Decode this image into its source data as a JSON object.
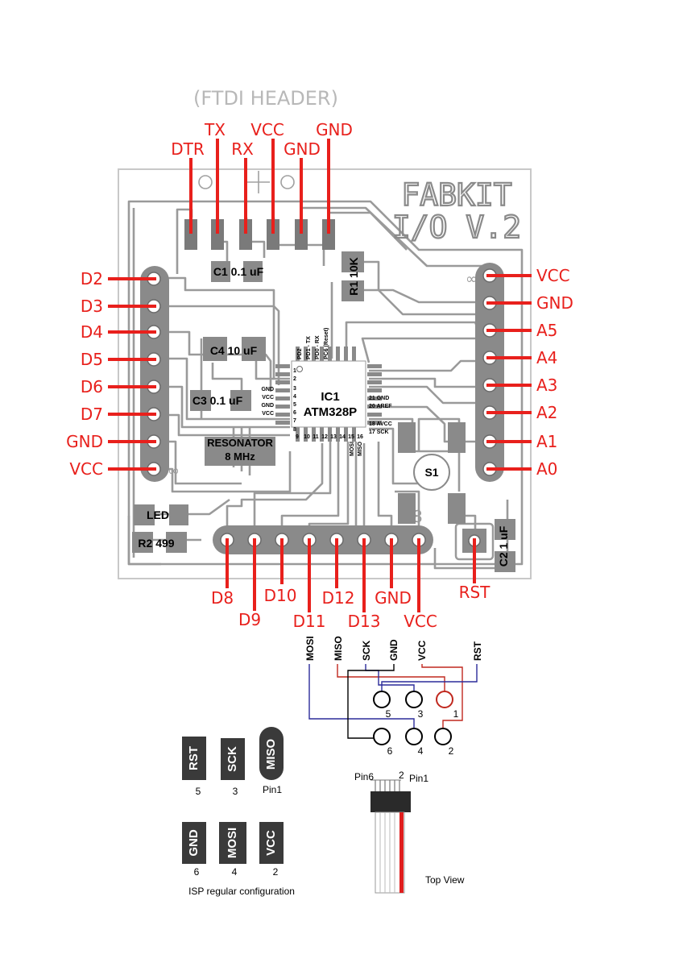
{
  "board": {
    "header_caption": "(FTDI HEADER)",
    "brand_line1": "FABKIT",
    "brand_line2": "I/O V.2",
    "ftdi_pins": [
      "DTR",
      "TX",
      "RX",
      "VCC",
      "GND",
      "GND"
    ],
    "left_pins": [
      "D2",
      "D3",
      "D4",
      "D5",
      "D6",
      "D7",
      "GND",
      "VCC"
    ],
    "right_pins": [
      "VCC",
      "GND",
      "A5",
      "A4",
      "A3",
      "A2",
      "A1",
      "A0"
    ],
    "bottom_pins": [
      "D8",
      "D9",
      "D10",
      "D11",
      "D12",
      "D13",
      "GND",
      "VCC"
    ],
    "reset_label": "RST",
    "components": {
      "c1": "C1 0.1 uF",
      "r1": "R1 10K",
      "c4": "C4 10 uF",
      "c3": "C3 0.1 uF",
      "resonator_1": "RESONATOR",
      "resonator_2": "8 MHz",
      "ic_1": "IC1",
      "ic_2": "ATM328P",
      "switch": "S1",
      "led": "LED",
      "r2": "R2 499",
      "c2": "C2 1 uF"
    },
    "ic_left_pins": [
      "1",
      "2",
      "3",
      "4",
      "5",
      "6",
      "7",
      "8"
    ],
    "ic_left_names": [
      "GND",
      "VCC",
      "GND",
      "VCC"
    ],
    "ic_right_names": [
      "21 GND",
      "20 AREF",
      "18 AVCC",
      "17 SCK"
    ],
    "ic_bottom_nums": [
      "9",
      "10",
      "11",
      "12",
      "13",
      "14",
      "15",
      "16"
    ],
    "ic_bottom_names": [
      "MOSI",
      "MISO"
    ],
    "ic_top_names": [
      "PD2",
      "PD1 - TX",
      "PD0 - RX",
      "PC6 (Reset)"
    ]
  },
  "isp_wiring": {
    "signals": [
      "MOSI",
      "MISO",
      "SCK",
      "GND",
      "VCC",
      "RST"
    ],
    "pin_numbers": [
      "5",
      "3",
      "1",
      "6",
      "4",
      "2"
    ]
  },
  "isp_config": {
    "top_row": [
      "RST",
      "SCK",
      "MISO"
    ],
    "top_nums": [
      "5",
      "3",
      "Pin1"
    ],
    "bottom_row": [
      "GND",
      "MOSI",
      "VCC"
    ],
    "bottom_nums": [
      "6",
      "4",
      "2"
    ],
    "caption": "ISP regular configuration"
  },
  "cable": {
    "pin6": "Pin6",
    "two": "2",
    "pin1": "Pin1",
    "caption": "Top View"
  },
  "colors": {
    "label_red": "#e8201c",
    "trace_gray": "#9a9a9a",
    "pad_gray": "#7a7a7a",
    "wire_blue": "#2b2b9a",
    "wire_red": "#c0281e"
  }
}
